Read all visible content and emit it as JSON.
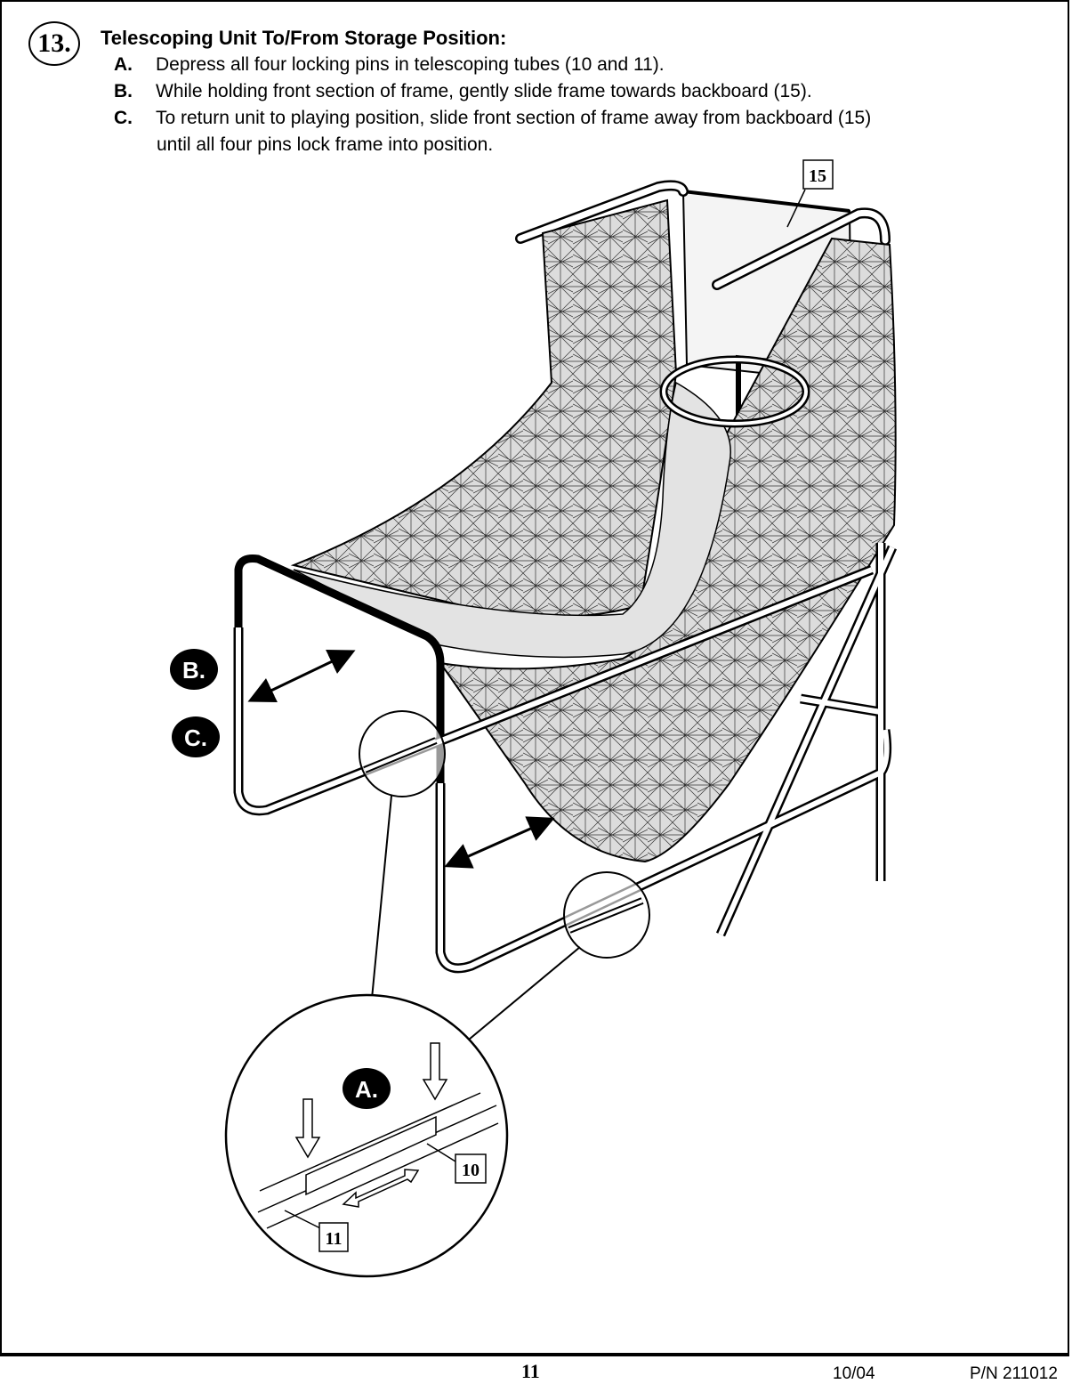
{
  "step": {
    "number": "13.",
    "title": "Telescoping Unit To/From Storage Position:",
    "items": [
      {
        "letter": "A.",
        "text": "Depress all four locking pins in telescoping tubes (10 and 11).",
        "cont": ""
      },
      {
        "letter": "B.",
        "text": "While holding front section of frame, gently slide frame towards backboard (15).",
        "cont": ""
      },
      {
        "letter": "C.",
        "text": "To return unit to playing position, slide front section of frame away from backboard (15)",
        "cont": "until all four pins lock frame into position."
      }
    ]
  },
  "callouts": {
    "backboard": "15",
    "tube_10": "10",
    "tube_11": "11",
    "label_a": "A.",
    "label_b": "B.",
    "label_c": "C."
  },
  "footer": {
    "page": "11",
    "date": "10/04",
    "part_number": "P/N 211012"
  }
}
